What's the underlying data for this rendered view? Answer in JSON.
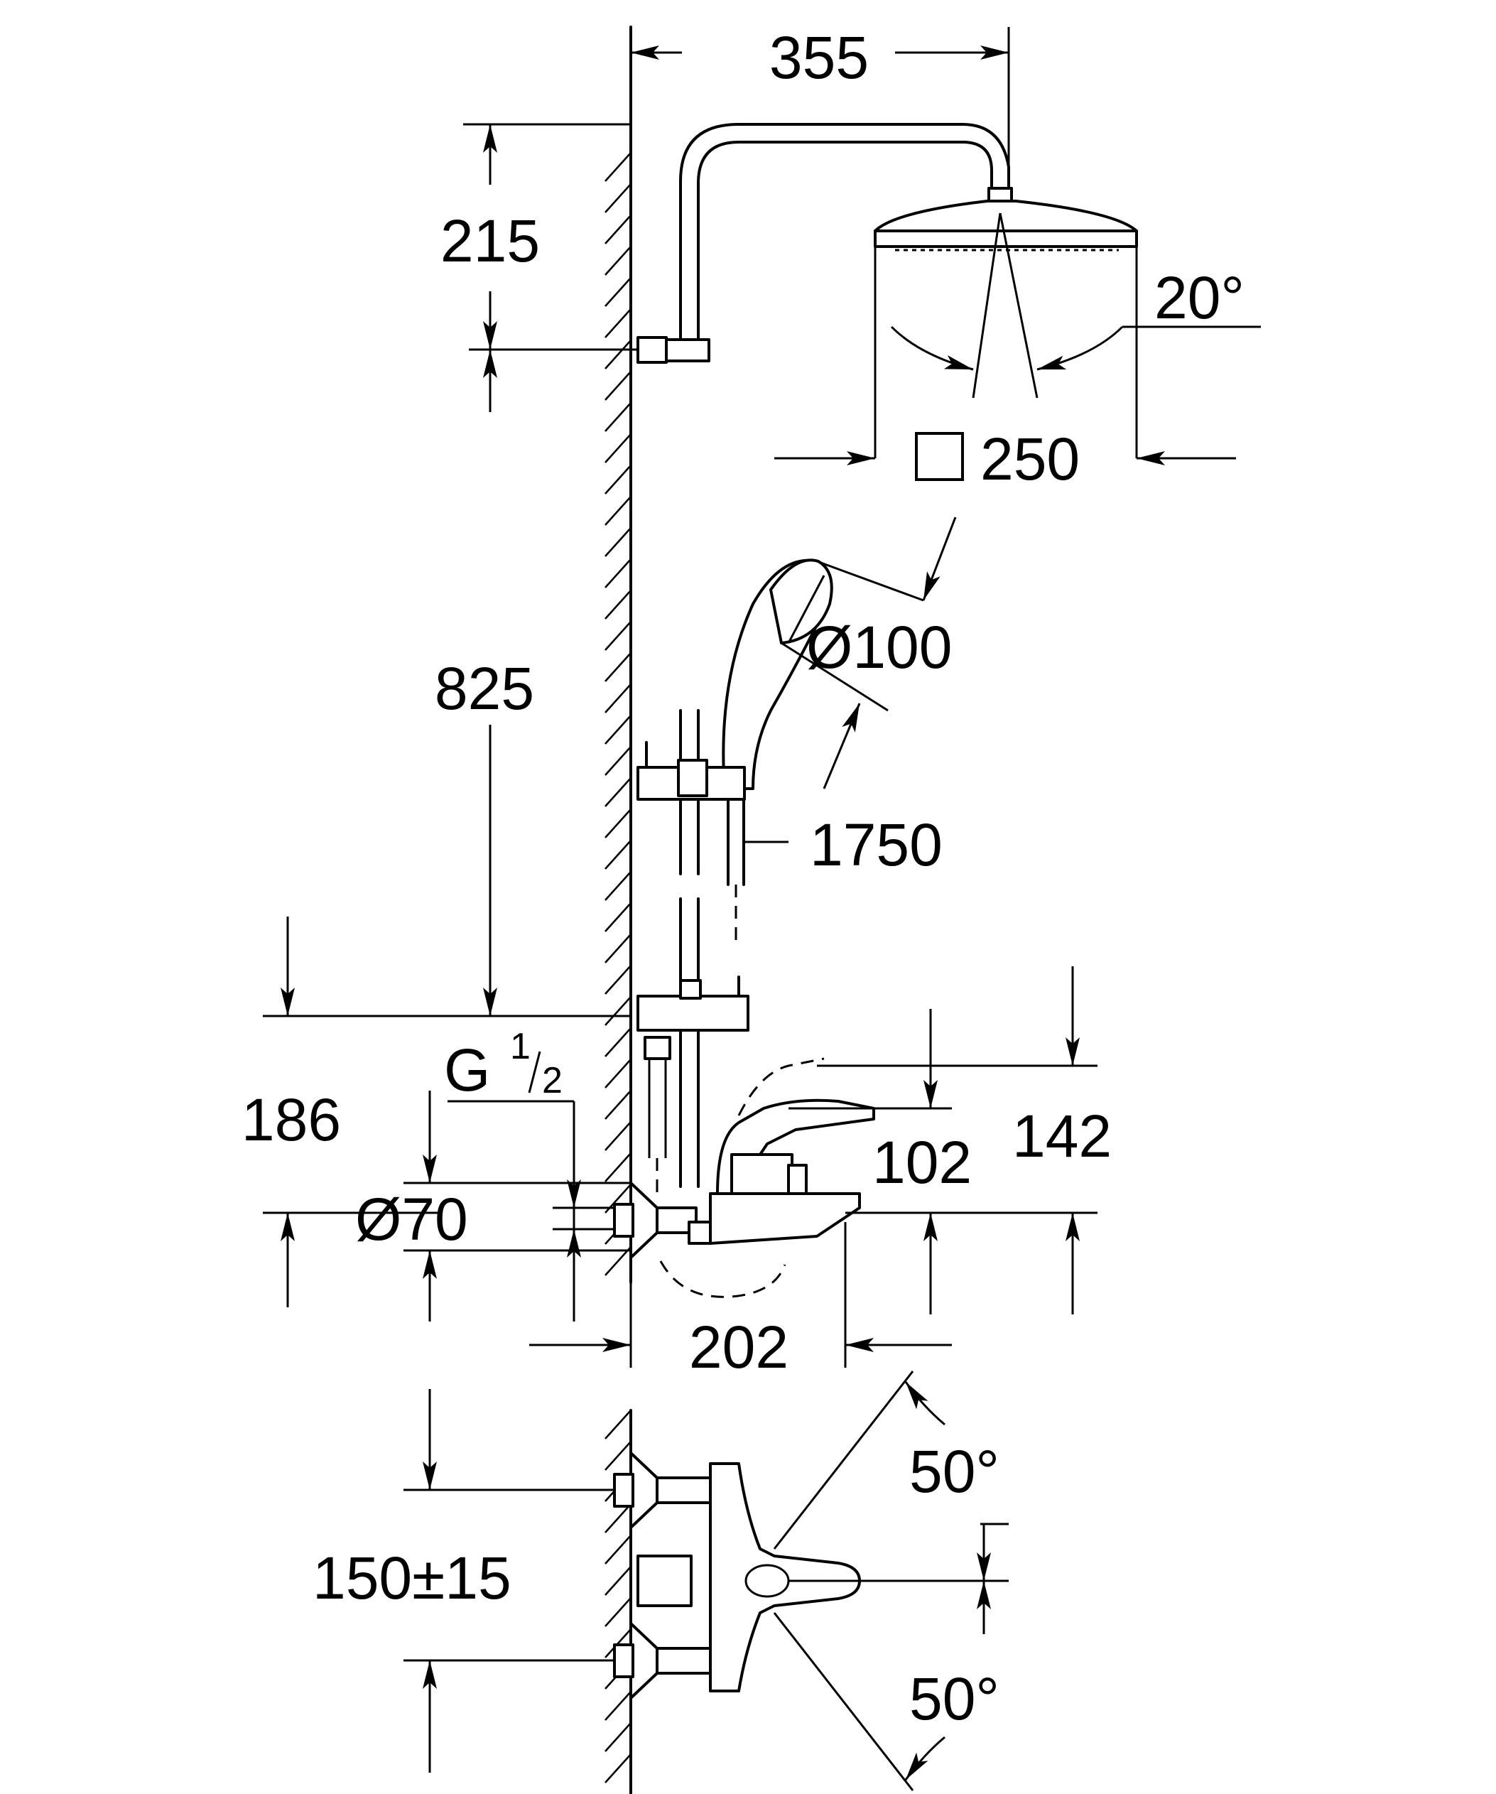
{
  "dimensions": {
    "width_total": "355",
    "head_drop": "215",
    "rail_height": "825",
    "spray_angle": "20°",
    "head_size": "250",
    "hand_shower_dia": "Ø100",
    "hose_length": "1750",
    "inlet_thread_g": "G",
    "inlet_thread_num": "1",
    "inlet_thread_den": "2",
    "inlet_height": "186",
    "escutcheon_dia": "Ø70",
    "projection": "202",
    "mixer_height_a": "102",
    "mixer_height_b": "142",
    "centres": "150±15",
    "lever_angle_top": "50°",
    "lever_angle_bottom": "50°"
  }
}
